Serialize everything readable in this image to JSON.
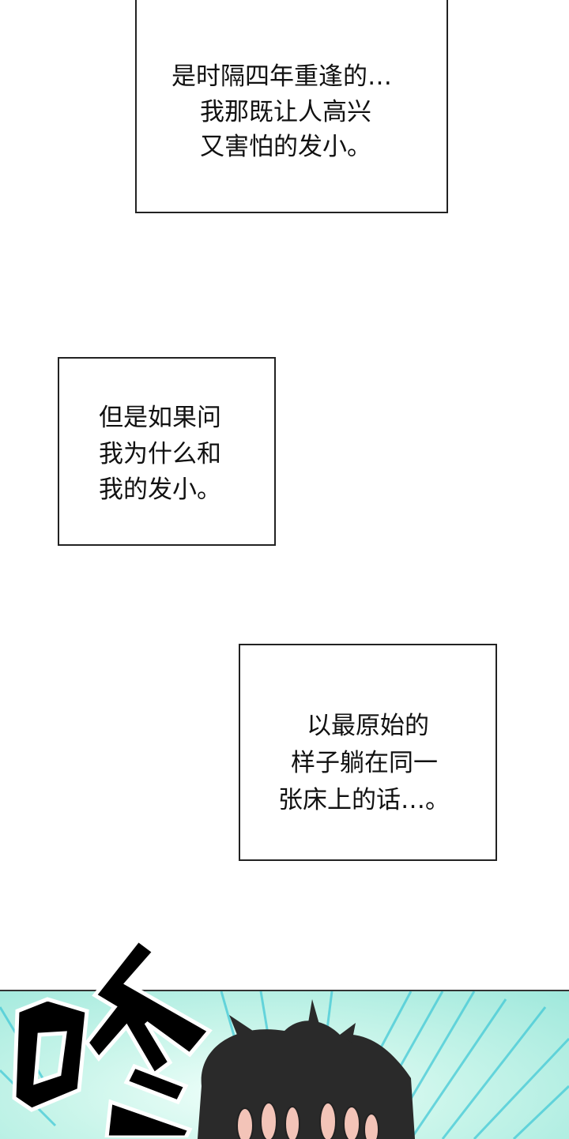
{
  "captions": [
    {
      "lines": [
        "是时隔四年重逢的…",
        "我那既让人高兴",
        "又害怕的发小。"
      ]
    },
    {
      "lines": [
        "但是如果问",
        "我为什么和",
        "我的发小。"
      ]
    },
    {
      "lines": [
        "以最原始的",
        "样子躺在同一",
        "张床上的话…。"
      ]
    }
  ],
  "sound_effect": "咚",
  "colors": {
    "panel_bg": "#bff3e8",
    "speed_lines": "#3cc7d6",
    "hair": "#2a2a2a"
  }
}
